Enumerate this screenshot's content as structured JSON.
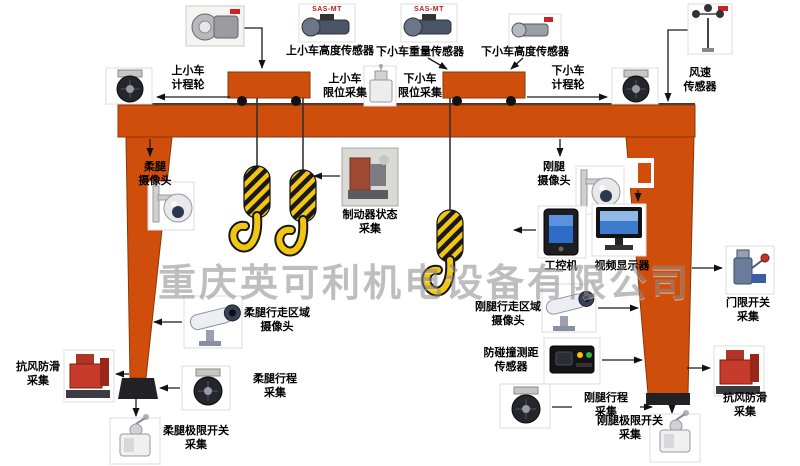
{
  "watermark": "重庆英可利机电设备有限公司",
  "device_badges": {
    "sensor1": "SAS-MT",
    "sensor2": "SAS-MT"
  },
  "colors": {
    "crane": "#cf4e0b",
    "crane_dark": "#8a3708",
    "hook_yellow": "#f2c511",
    "watermark_gray": "#8a8a8a",
    "line": "#1a1a1a"
  },
  "labels": {
    "upper_trolley_height": "上小车高度传感器",
    "lower_trolley_weight": "下小车重量传感器",
    "lower_trolley_height": "下小车高度传感器",
    "upper_trolley_wheel": "上小车\n计程轮",
    "upper_trolley_limit": "上小车\n限位采集",
    "lower_trolley_limit": "下小车\n限位采集",
    "lower_trolley_wheel": "下小车\n计程轮",
    "wind_speed": "风速\n传感器",
    "flex_leg_camera": "柔腿\n摄像头",
    "rigid_leg_camera": "刚腿\n摄像头",
    "brake_status": "制动器状态\n采集",
    "ipc": "工控机",
    "video_display": "视频显示器",
    "door_limit": "门限开关\n采集",
    "flex_leg_area_camera": "柔腿行走区域\n摄像头",
    "rigid_leg_area_camera": "刚腿行走区域\n摄像头",
    "anti_collision": "防碰撞测距\n传感器",
    "wind_slip_left": "抗风防滑\n采集",
    "flex_leg_travel": "柔腿行程\n采集",
    "rigid_leg_travel": "刚腿行程\n采集",
    "wind_slip_right": "抗风防滑\n采集",
    "flex_leg_limit_switch": "柔腿极限开关\n采集",
    "rigid_leg_limit_switch": "刚腿极限开关\n采集"
  }
}
